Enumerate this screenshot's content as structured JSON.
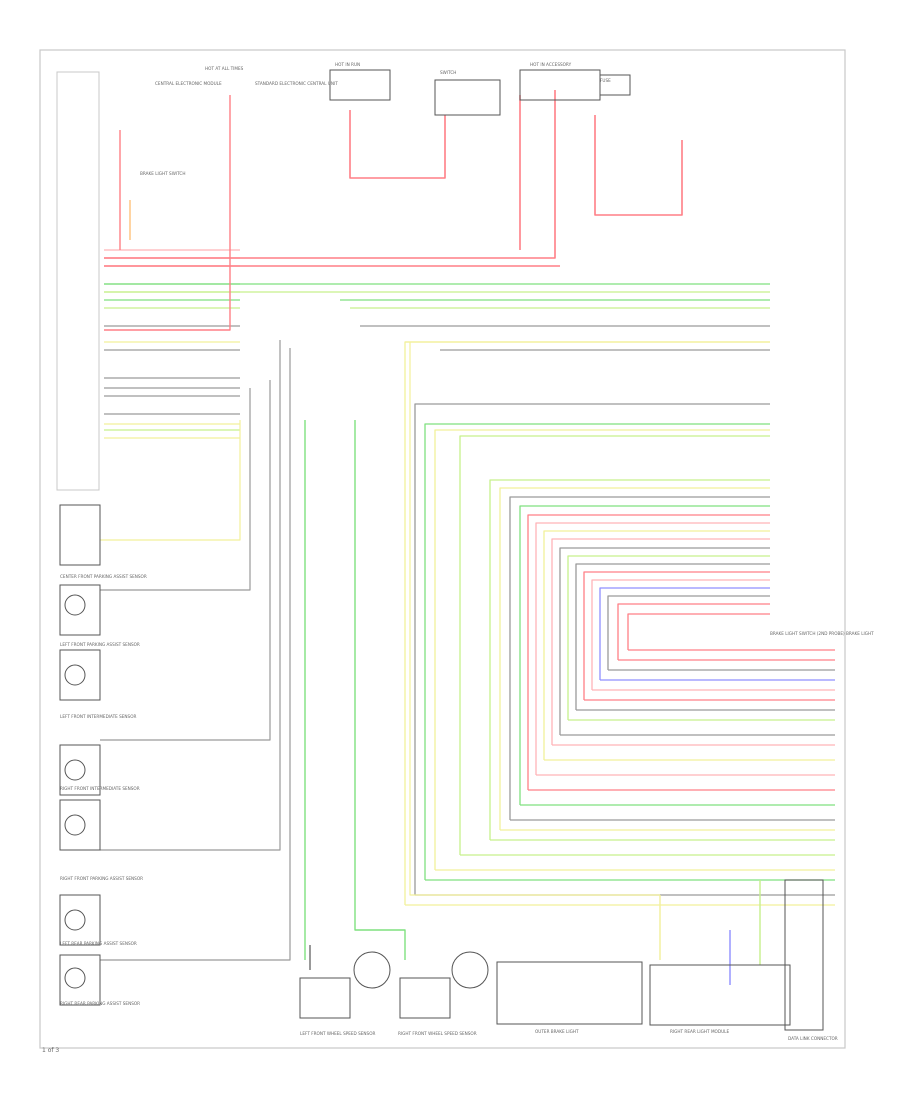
{
  "diagram": {
    "page_label": "1 of 3",
    "colors": {
      "frame": "#c8c8c8",
      "text": "#6e6e6e",
      "red": "#ff7f86",
      "pink": "#ffb3b8",
      "yellow": "#f2f09a",
      "green": "#7fe07f",
      "lightgreen": "#c6f08c",
      "blue": "#8f8fff",
      "gray": "#9a9a9a",
      "darkgray": "#555555",
      "brown": "#c49b6e",
      "orange": "#ffc27a"
    },
    "top_components": [
      {
        "label": "CENTRAL ELECTRONIC MODULE"
      },
      {
        "label": "HOT AT ALL TIMES"
      },
      {
        "label": "STANDARD ELECTRONIC CENTRAL UNIT"
      },
      {
        "label": "HOT IN RUN"
      },
      {
        "label": "SWITCH"
      },
      {
        "label": "HOT IN ACCESSORY"
      },
      {
        "label": "FUSE"
      }
    ],
    "left_components": [
      {
        "label": "BRAKE LIGHT SWITCH"
      },
      {
        "label": "CENTER FRONT PARKING ASSIST SENSOR"
      },
      {
        "label": "LEFT FRONT PARKING ASSIST SENSOR"
      },
      {
        "label": "LEFT FRONT INTERMEDIATE SENSOR"
      },
      {
        "label": "RIGHT FRONT INTERMEDIATE SENSOR"
      },
      {
        "label": "RIGHT FRONT PARKING ASSIST SENSOR"
      },
      {
        "label": "LEFT REAR PARKING ASSIST SENSOR"
      },
      {
        "label": "RIGHT REAR PARKING ASSIST SENSOR"
      }
    ],
    "bottom_components": [
      {
        "label": "LEFT FRONT WHEEL SPEED SENSOR"
      },
      {
        "label": "RIGHT FRONT WHEEL SPEED SENSOR"
      },
      {
        "label": "OUTER BRAKE LIGHT"
      },
      {
        "label": "RIGHT REAR LIGHT MODULE"
      },
      {
        "label": "DATA LINK CONNECTOR"
      }
    ],
    "right_label": "BRAKE LIGHT SWITCH (2ND PROBE) BRAKE LIGHT"
  }
}
